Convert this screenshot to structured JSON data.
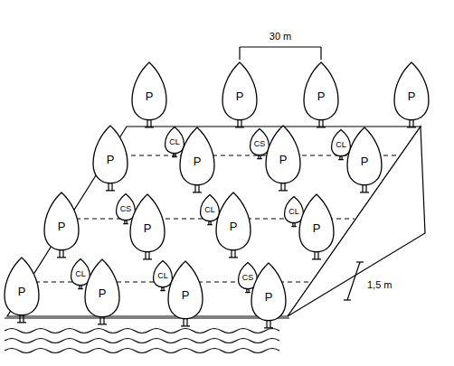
{
  "diagram": {
    "nodes": [
      {
        "text": [
          "P"
        ]
      },
      {
        "text": [
          "P"
        ]
      },
      {
        "text": [
          "P"
        ]
      },
      {
        "text": [
          "P"
        ]
      },
      {
        "text": [
          "P"
        ]
      },
      {
        "text": [
          "CL"
        ]
      },
      {
        "text": [
          "P"
        ]
      },
      {
        "text": [
          "CS"
        ]
      },
      {
        "text": [
          "P"
        ]
      },
      {
        "text": [
          "CL"
        ]
      },
      {
        "text": [
          "P"
        ]
      },
      {
        "text": [
          "P"
        ]
      },
      {
        "text": [
          "CS"
        ]
      },
      {
        "text": [
          "P"
        ]
      },
      {
        "text": [
          "CL"
        ]
      },
      {
        "text": [
          "P"
        ]
      },
      {
        "text": [
          "CL"
        ]
      },
      {
        "text": [
          "P"
        ]
      },
      {
        "text": [
          "P"
        ]
      },
      {
        "text": [
          "CL"
        ]
      },
      {
        "text": [
          "P"
        ]
      },
      {
        "text": [
          "CL"
        ]
      },
      {
        "text": [
          "P"
        ]
      },
      {
        "text": [
          "CS"
        ]
      },
      {
        "text": [
          "P"
        ]
      }
    ],
    "labels": [
      "30 m",
      "1,5 m"
    ]
  }
}
